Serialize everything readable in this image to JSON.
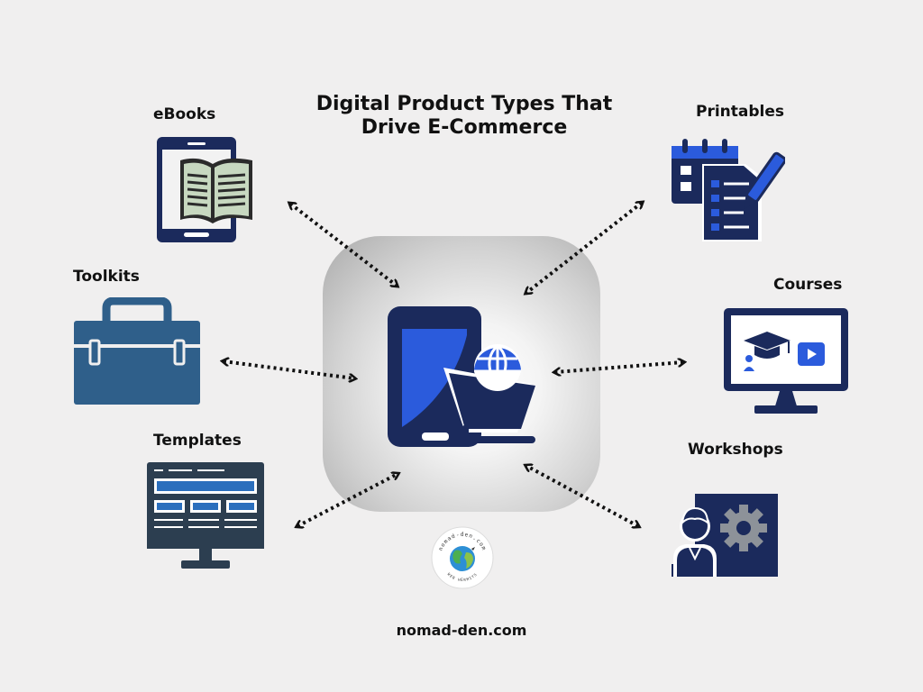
{
  "title_line1": "Digital Product Types That",
  "title_line2": "Drive E-Commerce",
  "labels": {
    "ebooks": "eBooks",
    "printables": "Printables",
    "toolkits": "Toolkits",
    "courses": "Courses",
    "templates": "Templates",
    "workshops": "Workshops"
  },
  "footer": "nomad-den.com",
  "logo_text": {
    "top": "nomad-den.com",
    "bottom": "WEB HERMITS"
  },
  "colors": {
    "navy": "#1b2a5c",
    "blue": "#2b5bdc",
    "steel": "#2f5f8a",
    "book_page": "#c7d8c0"
  }
}
